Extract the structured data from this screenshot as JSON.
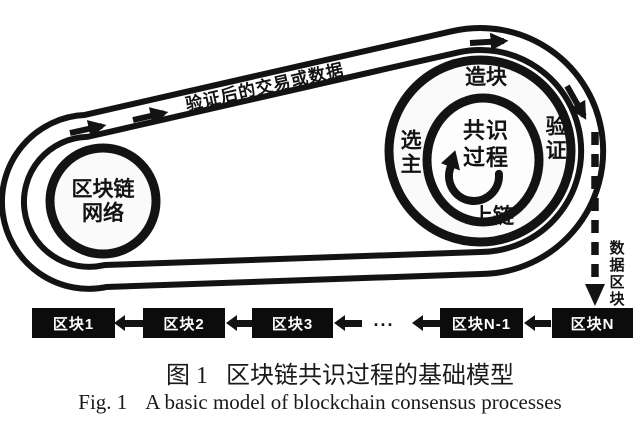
{
  "figure": {
    "belt_label": "验证后的交易或数据",
    "network_node": {
      "line1": "区块链",
      "line2": "网络"
    },
    "consensus_wheel": {
      "step_top": "造块",
      "step_right": "验证",
      "step_bottom": "上链",
      "step_left": "选主",
      "core_line1": "共识",
      "core_line2": "过程"
    },
    "data_block_arrow_label": "数据区块",
    "chain": {
      "blocks": [
        "区块1",
        "区块2",
        "区块3",
        "区块N-1",
        "区块N"
      ],
      "ellipsis": "..."
    }
  },
  "caption": {
    "zh_label": "图 1",
    "zh_text": "区块链共识过程的基础模型",
    "en_label": "Fig. 1",
    "en_text": "A basic model of blockchain consensus processes"
  },
  "colors": {
    "ink": "#131313",
    "background": "#ffffff",
    "block_fill": "#0c0c0c",
    "block_text": "#ffffff"
  }
}
